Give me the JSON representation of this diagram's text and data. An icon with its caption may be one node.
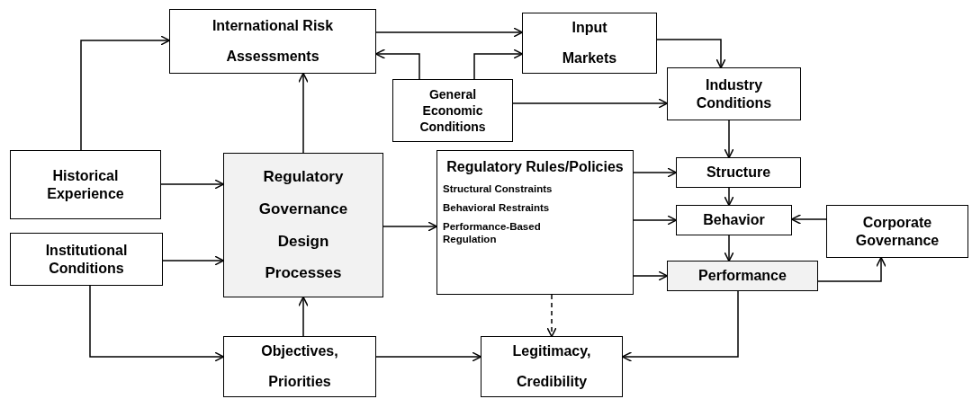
{
  "diagram": {
    "nodes": [
      {
        "text": [
          "International Risk Assessments"
        ]
      },
      {
        "text": [
          "Input Markets"
        ]
      },
      {
        "text": [
          "General Economic Conditions"
        ]
      },
      {
        "text": [
          "Industry Conditions"
        ]
      },
      {
        "text": [
          "Historical Experience"
        ]
      },
      {
        "text": [
          "Regulatory Governance Design Processes"
        ]
      },
      {
        "text": [
          "Regulatory Rules/Policies",
          "Structural Constraints",
          "Behavioral Restraints",
          "Performance-Based Regulation"
        ]
      },
      {
        "text": [
          "Structure"
        ]
      },
      {
        "text": [
          "Behavior"
        ]
      },
      {
        "text": [
          "Corporate Governance"
        ]
      },
      {
        "text": [
          "Institutional Conditions"
        ]
      },
      {
        "text": [
          "Performance"
        ]
      },
      {
        "text": [
          "Objectives, Priorities"
        ]
      },
      {
        "text": [
          "Legitimacy, Credibility"
        ]
      }
    ],
    "edges": [
      {
        "from": 4,
        "to": 0,
        "arrow": "to"
      },
      {
        "from": 4,
        "to": 5,
        "arrow": "to"
      },
      {
        "from": 10,
        "to": 5,
        "arrow": "to"
      },
      {
        "from": 10,
        "to": 12,
        "arrow": "to"
      },
      {
        "from": 12,
        "to": 5,
        "arrow": "to"
      },
      {
        "from": 5,
        "to": 0,
        "arrow": "to"
      },
      {
        "from": 5,
        "to": 6,
        "arrow": "to"
      },
      {
        "from": 6,
        "to": 7,
        "arrow": "to"
      },
      {
        "from": 6,
        "to": 8,
        "arrow": "to"
      },
      {
        "from": 6,
        "to": 11,
        "arrow": "to"
      },
      {
        "from": 6,
        "to": 13,
        "arrow": "to",
        "style": "dashed"
      },
      {
        "from": 12,
        "to": 13,
        "arrow": "to"
      },
      {
        "from": 11,
        "to": 13,
        "arrow": "to"
      },
      {
        "from": 11,
        "to": 9,
        "arrow": "to"
      },
      {
        "from": 9,
        "to": 8,
        "arrow": "to"
      },
      {
        "from": 3,
        "to": 7,
        "arrow": "to"
      },
      {
        "from": 7,
        "to": 8,
        "arrow": "to"
      },
      {
        "from": 8,
        "to": 11,
        "arrow": "to"
      },
      {
        "from": 1,
        "to": 3,
        "arrow": "to"
      },
      {
        "from": 0,
        "to": 1,
        "arrow": "to"
      },
      {
        "from": 2,
        "to": 0,
        "arrow": "to"
      },
      {
        "from": 2,
        "to": 1,
        "arrow": "to"
      },
      {
        "from": 2,
        "to": 3,
        "arrow": "to"
      }
    ]
  }
}
